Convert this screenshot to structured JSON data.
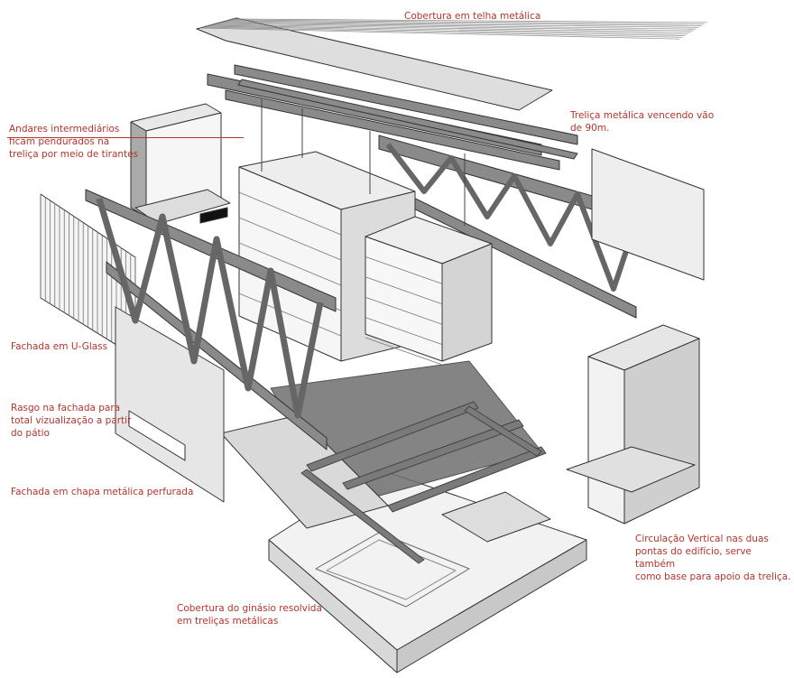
{
  "colors": {
    "label": "#b5342c",
    "structure": "#6e6e6e",
    "panel": "#e4e4e4",
    "outline": "#333333"
  },
  "labels": {
    "roof": "Cobertura em telha metálica",
    "truss": "Treliça metálica vencendo vão\nde 90m.",
    "floors": "Andares intermediários\nficam pendurados na\ntreliça por meio de tirantes",
    "uglass": "Fachada em U-Glass",
    "slot": "Rasgo na fachada para\ntotal vizualização a partir\ndo pátio",
    "perforated": "Fachada em chapa metálica perfurada",
    "circulation": "Circulação Vertical nas duas\npontas do edifício, serve também\ncomo base para apoio da treliça.",
    "gym": "Cobertura do ginásio resolvida\nem treliças metálicas"
  }
}
